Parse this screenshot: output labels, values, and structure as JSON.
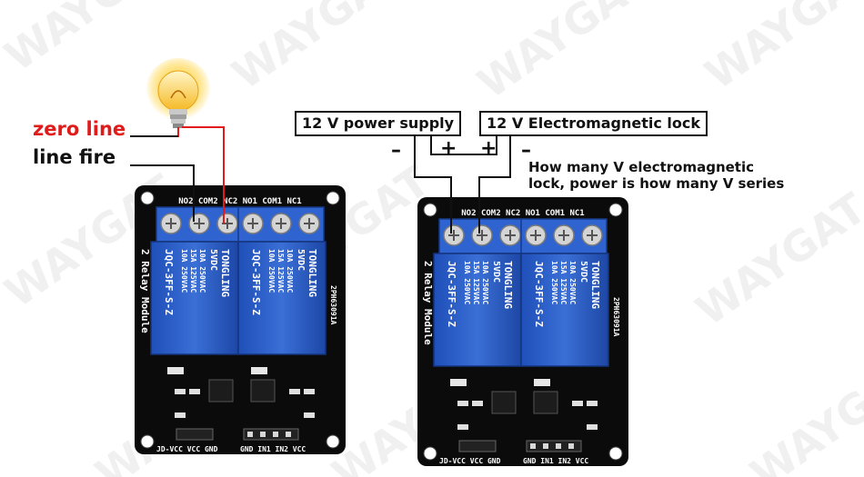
{
  "watermark": "WAYGAT",
  "labels": {
    "zero_line": "zero line",
    "line_fire": "line fire",
    "power_supply": "12 V power supply",
    "electromagnetic_lock": "12 V Electromagnetic lock",
    "minus": "–",
    "plus": "+",
    "note_line1": "How many V electromagnetic",
    "note_line2": " lock, power is how many V series"
  },
  "module": {
    "top_terminals": "NO2 COM2 NC2  NO1 COM1 NC1",
    "title": "2 Relay Module",
    "relay_brand": "TONGLING",
    "relay_voltage": "5VDC",
    "relay_rating1": "10A 250VAC",
    "relay_rating2": "15A 125VAC",
    "relay_rating3": "10A 250VAC",
    "relay_model": "JQC-3FF-S-Z",
    "pcb_code": "2PH63091A",
    "pins_left": "JD-VCC VCC GND",
    "pins_right": "GND IN1 IN2 VCC"
  },
  "colors": {
    "zero_line": "#e01b1b",
    "wire": "#111111",
    "relay_blue": "#2a5cc7",
    "pcb": "#0b0b0b",
    "bulb": "#ffd23a"
  }
}
